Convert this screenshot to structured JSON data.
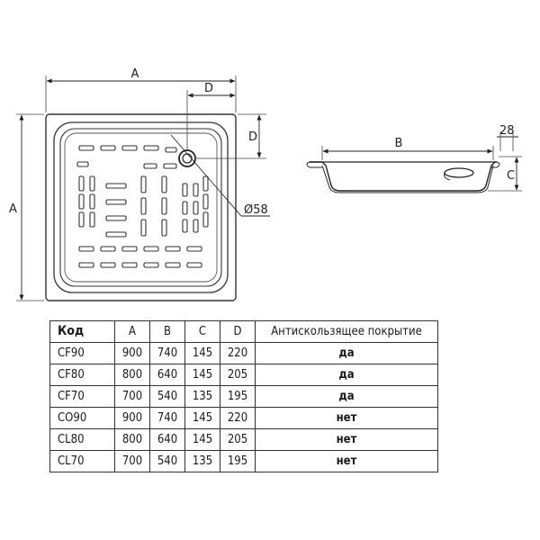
{
  "drawing": {
    "dim_A_top": "A",
    "dim_A_side": "A",
    "dim_D_top": "D",
    "dim_D_side": "D",
    "drain_diameter": "Ø58",
    "dim_B": "B",
    "dim_28": "28",
    "dim_C": "C"
  },
  "table": {
    "headers": [
      "Код",
      "A",
      "B",
      "C",
      "D",
      "Антискользящее покрытие"
    ],
    "rows": [
      [
        "CF90",
        "900",
        "740",
        "145",
        "220",
        "да"
      ],
      [
        "CF80",
        "800",
        "640",
        "145",
        "205",
        "да"
      ],
      [
        "CF70",
        "700",
        "540",
        "135",
        "195",
        "да"
      ],
      [
        "CO90",
        "900",
        "740",
        "145",
        "220",
        "нет"
      ],
      [
        "CL80",
        "800",
        "640",
        "145",
        "205",
        "нет"
      ],
      [
        "CL70",
        "700",
        "540",
        "135",
        "195",
        "нет"
      ]
    ]
  }
}
